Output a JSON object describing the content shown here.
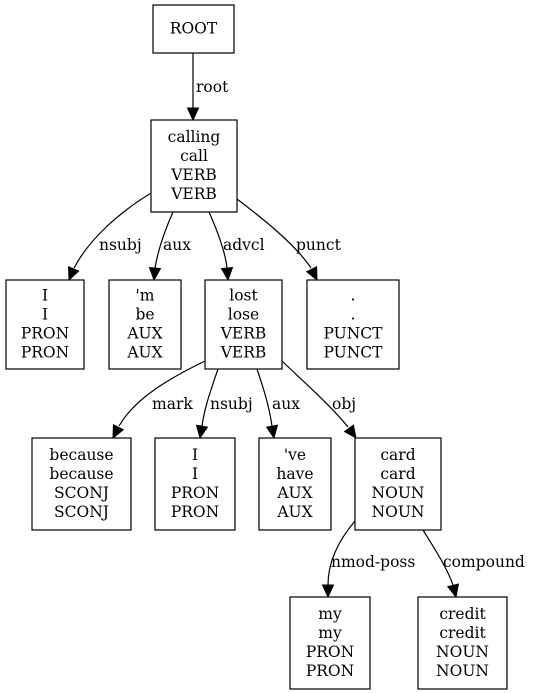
{
  "diagram": {
    "type": "dependency-tree",
    "nodes": [
      {
        "id": "n0",
        "lines": [
          "ROOT"
        ]
      },
      {
        "id": "n1",
        "lines": [
          "calling",
          "call",
          "VERB",
          "VERB"
        ]
      },
      {
        "id": "n2",
        "lines": [
          "I",
          "I",
          "PRON",
          "PRON"
        ]
      },
      {
        "id": "n3",
        "lines": [
          "'m",
          "be",
          "AUX",
          "AUX"
        ]
      },
      {
        "id": "n4",
        "lines": [
          "lost",
          "lose",
          "VERB",
          "VERB"
        ]
      },
      {
        "id": "n5",
        "lines": [
          ".",
          ".",
          "PUNCT",
          "PUNCT"
        ]
      },
      {
        "id": "n6",
        "lines": [
          "because",
          "because",
          "SCONJ",
          "SCONJ"
        ]
      },
      {
        "id": "n7",
        "lines": [
          "I",
          "I",
          "PRON",
          "PRON"
        ]
      },
      {
        "id": "n8",
        "lines": [
          "'ve",
          "have",
          "AUX",
          "AUX"
        ]
      },
      {
        "id": "n9",
        "lines": [
          "card",
          "card",
          "NOUN",
          "NOUN"
        ]
      },
      {
        "id": "n10",
        "lines": [
          "my",
          "my",
          "PRON",
          "PRON"
        ]
      },
      {
        "id": "n11",
        "lines": [
          "credit",
          "credit",
          "NOUN",
          "NOUN"
        ]
      }
    ],
    "edges": [
      {
        "from": "n0",
        "to": "n1",
        "label": "root"
      },
      {
        "from": "n1",
        "to": "n2",
        "label": "nsubj"
      },
      {
        "from": "n1",
        "to": "n3",
        "label": "aux"
      },
      {
        "from": "n1",
        "to": "n4",
        "label": "advcl"
      },
      {
        "from": "n1",
        "to": "n5",
        "label": "punct"
      },
      {
        "from": "n4",
        "to": "n6",
        "label": "mark"
      },
      {
        "from": "n4",
        "to": "n7",
        "label": "nsubj"
      },
      {
        "from": "n4",
        "to": "n8",
        "label": "aux"
      },
      {
        "from": "n4",
        "to": "n9",
        "label": "obj"
      },
      {
        "from": "n9",
        "to": "n10",
        "label": "nmod-poss"
      },
      {
        "from": "n9",
        "to": "n11",
        "label": "compound"
      }
    ]
  }
}
